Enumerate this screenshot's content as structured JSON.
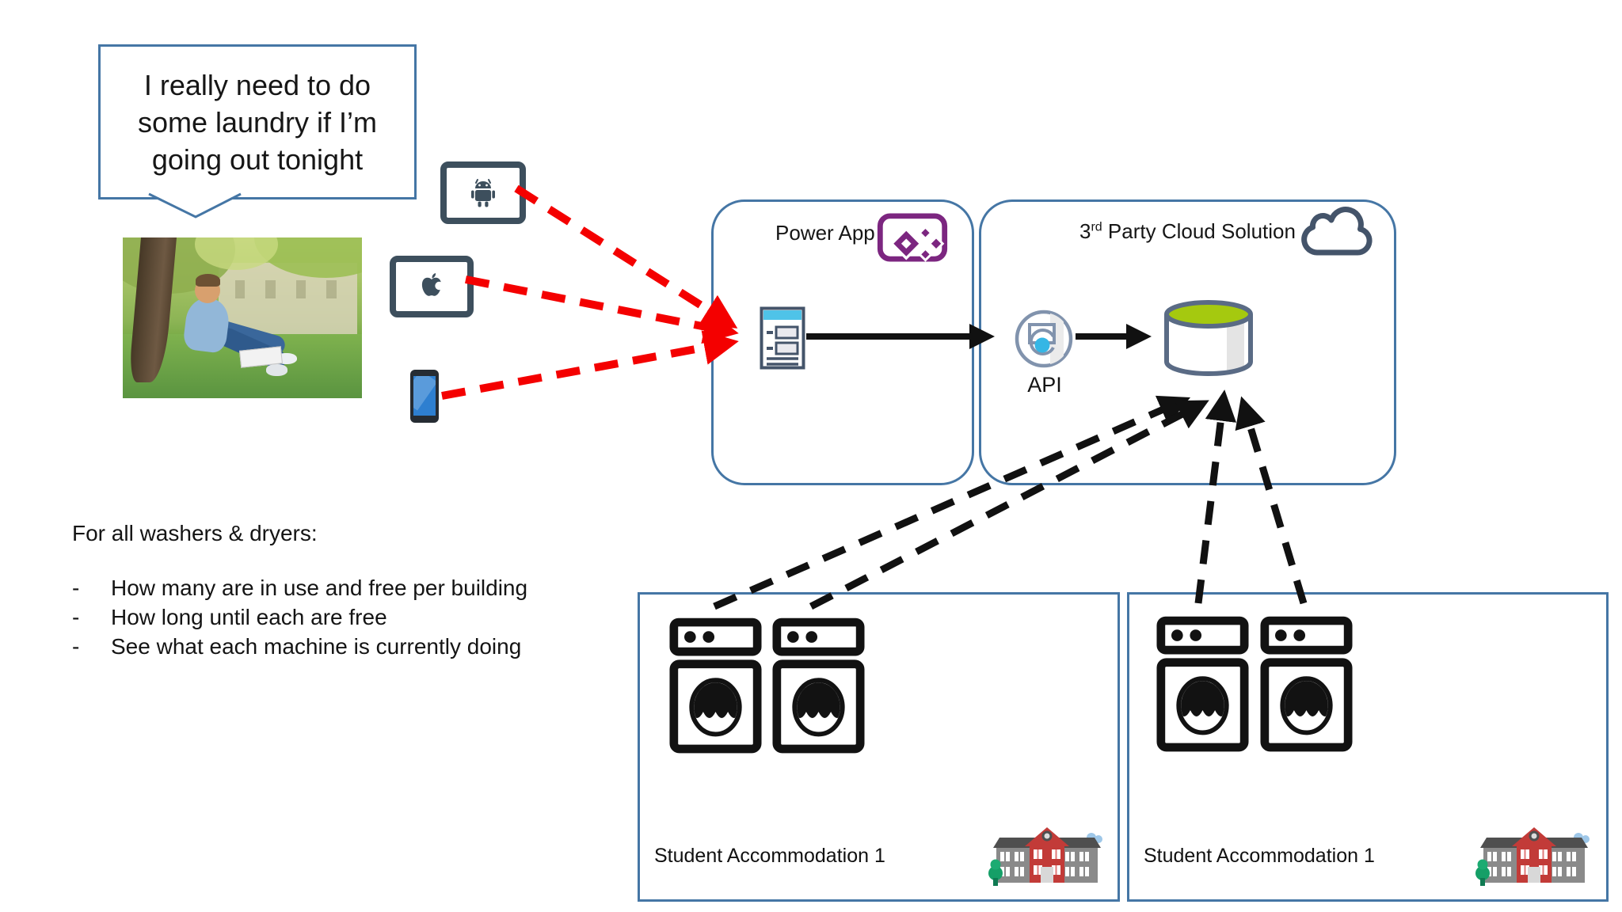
{
  "speech_bubble": {
    "lines": [
      "I really need to do",
      "some laundry if I’m",
      "going out tonight"
    ]
  },
  "power_app_box": {
    "title": "Power App"
  },
  "cloud_box": {
    "title_base": "3",
    "title_sup": "rd",
    "title_rest": " Party Cloud Solution",
    "api_label": "API"
  },
  "requirements": {
    "title": "For all washers & dryers:",
    "bullet": "-",
    "items": [
      "How many are in use and free per building",
      "How long until each are free",
      "See what each machine is currently doing"
    ]
  },
  "accommodations": [
    {
      "label": "Student Accommodation 1",
      "washer_count": 2
    },
    {
      "label": "Student Accommodation 1",
      "washer_count": 2
    }
  ],
  "icons": {
    "android-icon": "android-robot-on-tablet",
    "apple-icon": "apple-logo-on-tablet",
    "phone-icon": "smartphone-blue-screen",
    "powerapps-icon": "purple-diamond-app-frame",
    "form-icon": "app-screen-form",
    "api-icon": "circle-api-connector",
    "cloud-icon": "cloud-outline",
    "database-icon": "green-top-cylinder",
    "washing-machine-icon": "front-load-washer",
    "school-building-icon": "red-school-with-wings"
  },
  "colors": {
    "arrow_red": "#f40000",
    "arrow_black": "#111111",
    "box_border": "#4576a5",
    "slate": "#44546a",
    "powerapps_purple": "#7c2680",
    "form_cyan": "#4fc3e8",
    "db_green": "#a5c90f",
    "api_cyan": "#35b6e5"
  }
}
